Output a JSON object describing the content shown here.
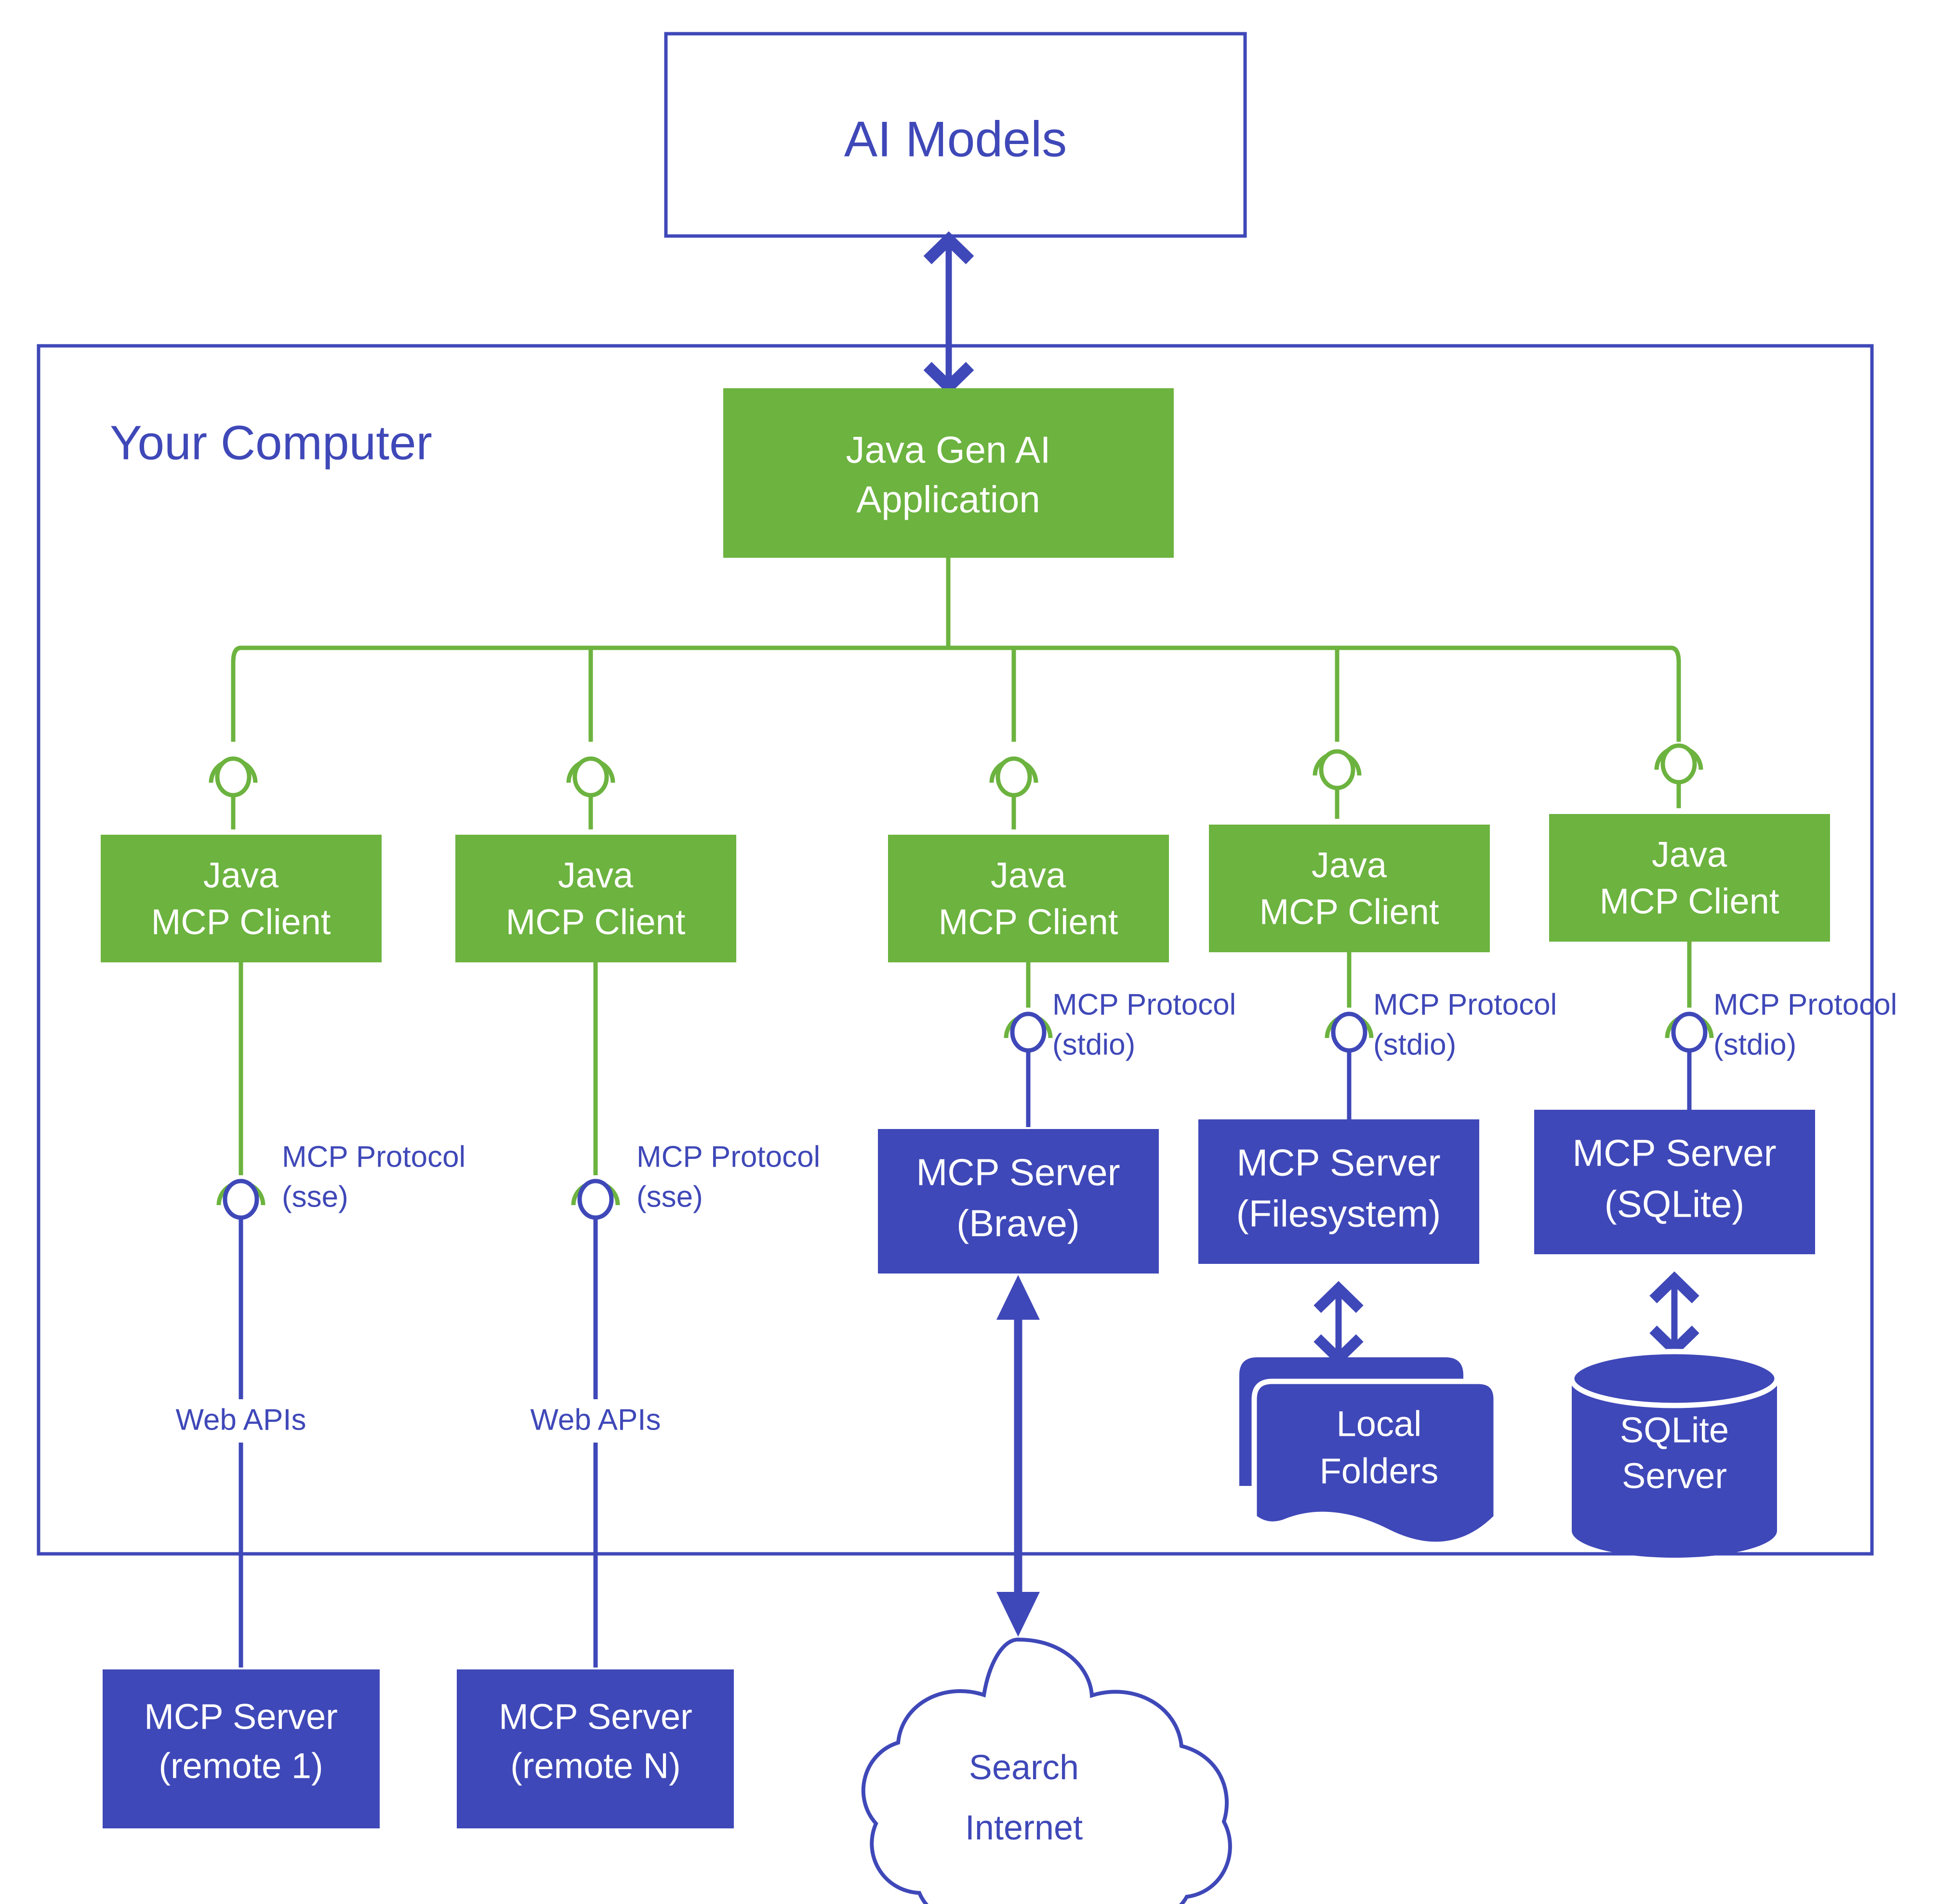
{
  "colors": {
    "green": "#6cb33f",
    "blue": "#3f48b8",
    "white": "#ffffff",
    "background": "#ffffff"
  },
  "ai_models": {
    "label": "AI Models"
  },
  "zone": {
    "label": "Your Computer"
  },
  "application": {
    "line1": "Java Gen AI",
    "line2": "Application"
  },
  "clients": [
    {
      "line1": "Java",
      "line2": "MCP Client"
    },
    {
      "line1": "Java",
      "line2": "MCP Client"
    },
    {
      "line1": "Java",
      "line2": "MCP Client"
    },
    {
      "line1": "Java",
      "line2": "MCP Client"
    },
    {
      "line1": "Java",
      "line2": "MCP Client"
    }
  ],
  "protocol_labels": [
    {
      "line1": "MCP Protocol",
      "line2": "(sse)"
    },
    {
      "line1": "MCP Protocol",
      "line2": "(sse)"
    },
    {
      "line1": "MCP Protocol",
      "line2": "(stdio)"
    },
    {
      "line1": "MCP Protocol",
      "line2": "(stdio)"
    },
    {
      "line1": "MCP Protocol",
      "line2": "(stdio)"
    }
  ],
  "web_api_labels": [
    {
      "text": "Web APIs"
    },
    {
      "text": "Web APIs"
    }
  ],
  "local_servers": [
    {
      "line1": "MCP Server",
      "line2": "(Brave)"
    },
    {
      "line1": "MCP Server",
      "line2": "(Filesystem)"
    },
    {
      "line1": "MCP Server",
      "line2": "(SQLite)"
    }
  ],
  "remote_servers": [
    {
      "line1": "MCP Server",
      "line2": "(remote 1)"
    },
    {
      "line1": "MCP Server",
      "line2": "(remote N)"
    }
  ],
  "resources": {
    "local_folders": {
      "line1": "Local",
      "line2": "Folders"
    },
    "sqlite_server": {
      "line1": "SQLite",
      "line2": "Server"
    },
    "search_internet": {
      "line1": "Search",
      "line2": "Internet"
    }
  }
}
